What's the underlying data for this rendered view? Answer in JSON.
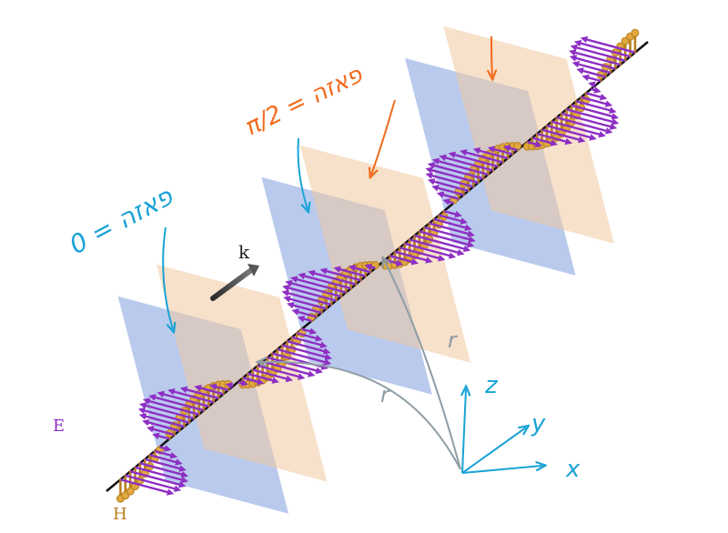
{
  "labels": {
    "e_field": "E",
    "h_field": "H",
    "wave_vector": "k",
    "axis_x": "x",
    "axis_y": "y",
    "axis_z": "z",
    "position_vector_1": "r",
    "position_vector_2": "r",
    "phase_zero_note": "פאזה = 0",
    "phase_half_pi_note": "פאזה = π/2"
  },
  "colors": {
    "e_arrow": "#8e2fc4",
    "e_arrow_light": "#c77ee8",
    "h_arrow": "#b87f1c",
    "h_arrow_light": "#e0a93f",
    "blue_plane": "#7f9fdf",
    "orange_plane": "#f0c9a0",
    "axis_line": "#111111",
    "annotation_blue": "#1aa3d6",
    "annotation_orange": "#f26b1d",
    "position_vector": "#8f9ea6",
    "label_text": "#222222"
  }
}
